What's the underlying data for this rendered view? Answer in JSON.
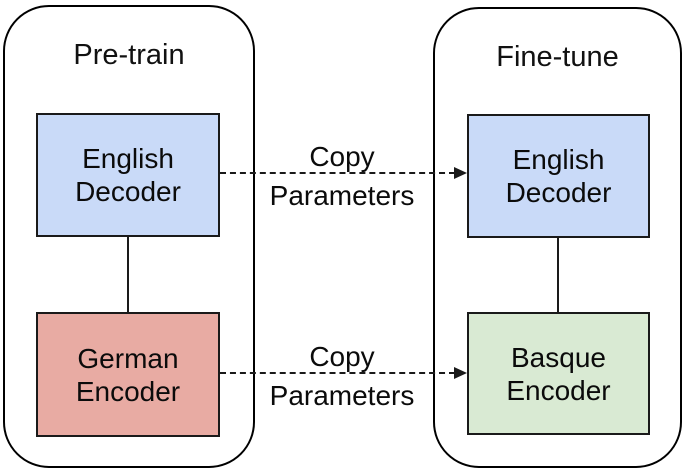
{
  "panels": [
    {
      "title": "Pre-train",
      "boxes": [
        {
          "label": "English\nDecoder"
        },
        {
          "label": "German\nEncoder"
        }
      ]
    },
    {
      "title": "Fine-tune",
      "boxes": [
        {
          "label": "English\nDecoder"
        },
        {
          "label": "Basque\nEncoder"
        }
      ]
    }
  ],
  "arrows": [
    {
      "line1": "Copy",
      "line2": "Parameters"
    },
    {
      "line1": "Copy",
      "line2": "Parameters"
    }
  ],
  "colors": {
    "decoder_fill": "#c9daf8",
    "german_encoder_fill": "#e8aba3",
    "basque_encoder_fill": "#d9ead3",
    "box_border": "#1a1a1a",
    "panel_border": "#000000",
    "arrow": "#1a1a1a"
  }
}
